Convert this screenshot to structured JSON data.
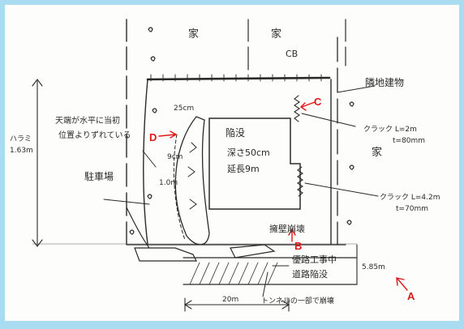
{
  "labels": {
    "house_top_left": "家",
    "house_top_right": "家",
    "cb": "CB",
    "neighbor_building": "隣地建物",
    "house_right": "家",
    "height_label_1": "ハラミ",
    "height_label_2": "1.63m",
    "displacement_1": "天端が水平に当初",
    "displacement_2": "位置よりずれている",
    "width_25": "25cm",
    "width_9": "9cm",
    "width_10": "1.0m",
    "garden": "駐車場",
    "collapse_1": "陥没",
    "collapse_2": "深さ50cm",
    "collapse_3": "延長9m",
    "crack_1a": "クラック L=2m",
    "crack_1b": "t=80mm",
    "crack_2a": "クラック L=4.2m",
    "crack_2b": "t=70mm",
    "damage": "擁壁崩壊",
    "road_1": "優路工事中",
    "road_2": "道路陥没",
    "road_3": "トンネルの一部で崩壊",
    "height_585": "5.85m",
    "span_20": "20m"
  },
  "markers": {
    "a": "A",
    "b": "B",
    "c": "C",
    "d": "D"
  },
  "colors": {
    "frame": "#a9dcf0",
    "ink": "#2a2a2a",
    "marker": "#e01818"
  }
}
